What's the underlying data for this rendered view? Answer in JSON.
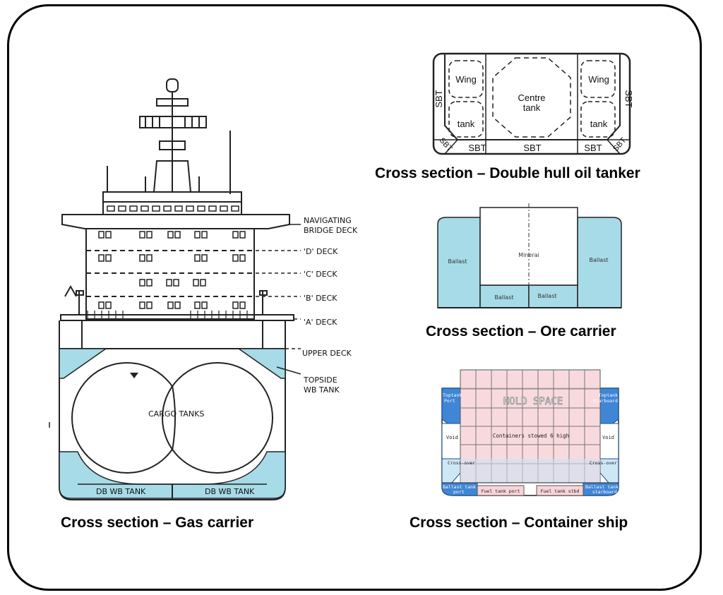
{
  "colors": {
    "ballast": "#a7dbe8",
    "outline": "#222222",
    "container_pink": "#f7d4d8",
    "container_blue": "#3f86d6",
    "container_light": "#cfe6f5"
  },
  "gas_carrier": {
    "caption": "Cross section – Gas carrier",
    "labels": {
      "nav_bridge_1": "NAVIGATING",
      "nav_bridge_2": "BRIDGE DECK",
      "d_deck": "'D' DECK",
      "c_deck": "'C' DECK",
      "b_deck": "'B' DECK",
      "a_deck": "'A' DECK",
      "upper_deck": "UPPER DECK",
      "topside_1": "TOPSIDE",
      "topside_2": "WB TANK",
      "cargo_tanks": "CARGO TANKS",
      "db_left": "DB WB TANK",
      "db_right": "DB WB TANK"
    }
  },
  "oil_tanker": {
    "caption": "Cross section – Double hull oil tanker",
    "labels": {
      "wing_left": "Wing",
      "tank_left": "tank",
      "wing_right": "Wing",
      "tank_right": "tank",
      "centre_1": "Centre",
      "centre_2": "tank",
      "sbt_left_side": "SBT",
      "sbt_right_side": "SBT",
      "sbt_left_corner": "SBT",
      "sbt_right_corner": "SBT",
      "sbt_bottom_left": "SBT",
      "sbt_bottom_center": "SBT",
      "sbt_bottom_right": "SBT"
    }
  },
  "ore_carrier": {
    "caption": "Cross section – Ore carrier",
    "labels": {
      "ballast_left": "Ballast",
      "ballast_right": "Ballast",
      "minerai": "Minerai",
      "ballast_bottom_left": "Ballast",
      "ballast_bottom_right": "Ballast"
    }
  },
  "container_ship": {
    "caption": "Cross section – Container ship",
    "labels": {
      "hold_space": "HOLD SPACE",
      "containers": "Containers stowed 6 high",
      "toptank_port_1": "Toptank",
      "toptank_port_2": "Port",
      "toptank_stbd_1": "Toptank",
      "toptank_stbd_2": "Starboard",
      "void_left": "Void",
      "void_right": "Void",
      "crossover_left": "Cross-over",
      "crossover_right": "Cross-over",
      "ballast_port_1": "Ballast tank",
      "ballast_port_2": "port",
      "ballast_stbd_1": "Ballast tank",
      "ballast_stbd_2": "starboard",
      "fuel_port": "Fuel tank port",
      "fuel_stbd": "Fuel tank stbd"
    }
  }
}
